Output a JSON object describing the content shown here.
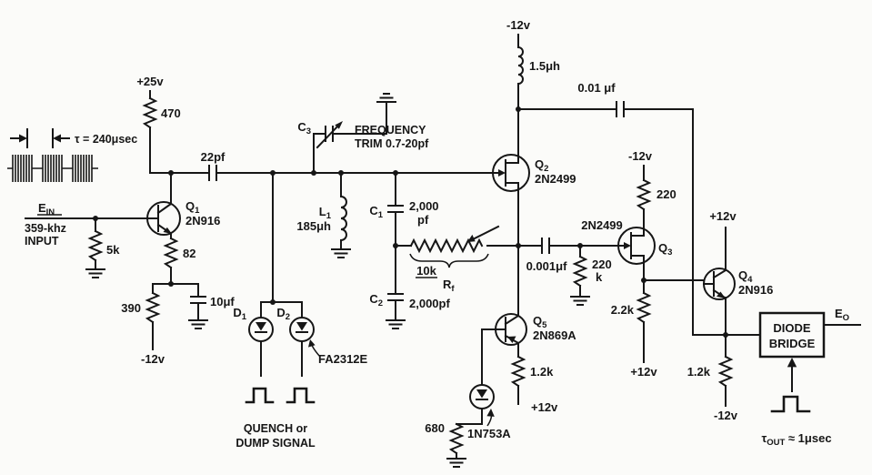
{
  "colors": {
    "ink": "#161616",
    "background": "#fbfbf9"
  },
  "input": {
    "tau_label": "τ = 240μsec",
    "ein_main": "E",
    "ein_sub": "IN",
    "freq": "359-khz",
    "input_word": "INPUT",
    "r5k": "5k"
  },
  "q1": {
    "ref_main": "Q",
    "ref_sub": "1",
    "part": "2N916",
    "vcc": "+25v",
    "r470": "470",
    "c22": "22pf",
    "r82": "82",
    "r390": "390",
    "c10": "10μf",
    "vee": "-12v"
  },
  "tank": {
    "c3_main": "C",
    "c3_sub": "3",
    "trim1": "FREQUENCY",
    "trim2": "TRIM 0.7-20pf",
    "l1_main": "L",
    "l1_sub": "1",
    "l1_val": "185μh",
    "c1_main": "C",
    "c1_sub": "1",
    "c1_val1": "2,000",
    "c1_val2": "pf",
    "c2_main": "C",
    "c2_sub": "2",
    "c2_val": "2,000pf",
    "rf_val": "10k",
    "rf_main": "R",
    "rf_sub": "f"
  },
  "q2": {
    "ref_main": "Q",
    "ref_sub": "2",
    "part": "2N2499",
    "vdd": "-12v",
    "choke": "1.5μh",
    "c_out": "0.01 μf"
  },
  "quench": {
    "d1_main": "D",
    "d1_sub": "1",
    "d2_main": "D",
    "d2_sub": "2",
    "part": "FA2312E",
    "line1": "QUENCH or",
    "line2": "DUMP SIGNAL"
  },
  "q5": {
    "ref_main": "Q",
    "ref_sub": "5",
    "part": "2N869A",
    "r12k": "1.2k",
    "vplus": "+12v",
    "r680": "680",
    "zener": "1N753A",
    "c_couple": "0.001μf"
  },
  "q3": {
    "part": "2N2499",
    "ref_main": "Q",
    "ref_sub": "3",
    "vdd": "-12v",
    "r220": "220",
    "r220k_a": "220",
    "r220k_b": "k",
    "r22k": "2.2k",
    "vss": "+12v"
  },
  "q4": {
    "ref_main": "Q",
    "ref_sub": "4",
    "part": "2N916",
    "vcc": "+12v",
    "r12k": "1.2k",
    "vee": "-12v"
  },
  "output": {
    "bridge1": "DIODE",
    "bridge2": "BRIDGE",
    "eo_main": "E",
    "eo_sub": "O",
    "tau_main": "τ",
    "tau_sub": "OUT",
    "tau_rest": " ≈ 1μsec"
  }
}
